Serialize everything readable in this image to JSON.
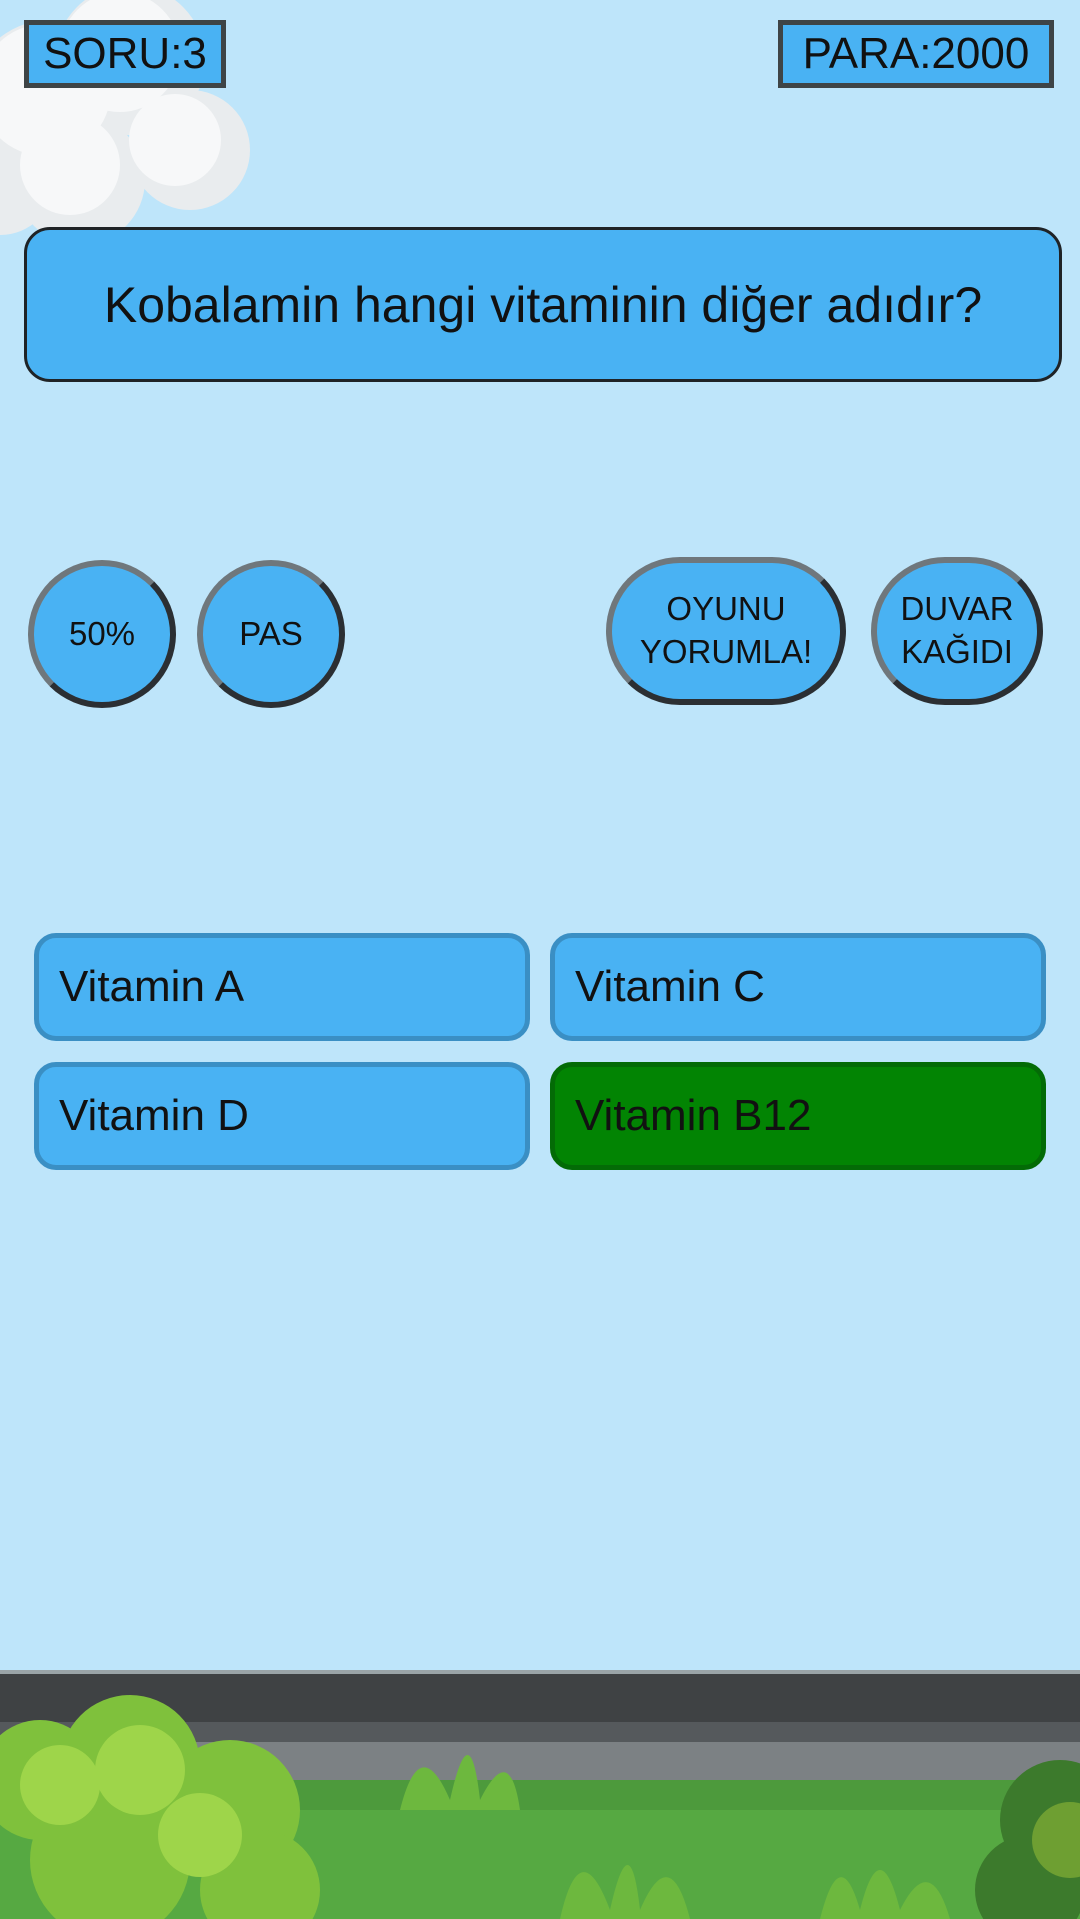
{
  "header": {
    "question_number": "SORU:3",
    "money": "PARA:2000"
  },
  "question": {
    "text": "Kobalamin hangi vitaminin diğer adıdır?"
  },
  "jokers": {
    "fifty": "50%",
    "pass": "PAS",
    "rate_line1": "OYUNU",
    "rate_line2": "YORUMLA!",
    "wallpaper_line1": "DUVAR",
    "wallpaper_line2": "KAĞIDI"
  },
  "answers": [
    {
      "label": "Vitamin A",
      "state": "default"
    },
    {
      "label": "Vitamin C",
      "state": "default"
    },
    {
      "label": "Vitamin D",
      "state": "default"
    },
    {
      "label": "Vitamin B12",
      "state": "correct"
    }
  ],
  "colors": {
    "sky": "#bee5fa",
    "button": "#49b2f3",
    "correct": "#028403"
  }
}
